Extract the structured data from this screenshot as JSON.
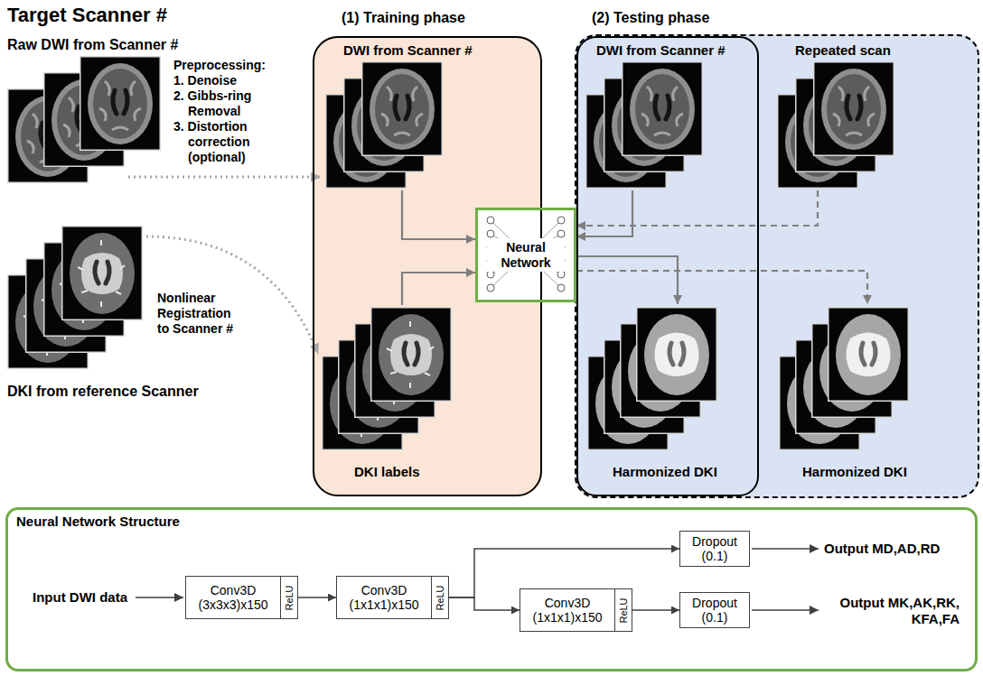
{
  "diagram": {
    "title": "Target Scanner #",
    "nodes": [
      {
        "text": [
          "(1) Training phase",
          "DWI from Scanner #",
          "DKI labels"
        ]
      },
      {
        "text": [
          "Repeated scan",
          "Harmonized DKI"
        ]
      },
      {
        "text": [
          "(2) Testing phase",
          "DWI from Scanner #",
          "Harmonized DKI"
        ],
        "in": 1
      },
      {
        "text": [
          "Neural Network"
        ]
      },
      {
        "text": [
          "Neural Network Structure"
        ]
      },
      {
        "text": [
          "Conv3D (3x3x3)x150",
          "ReLU"
        ],
        "in": 4
      },
      {
        "text": [
          "Conv3D (1x1x1)x150",
          "ReLU"
        ],
        "in": 4
      },
      {
        "text": [
          "Dropout (0.1)"
        ],
        "in": 4
      },
      {
        "text": [
          "Conv3D (1x1x1)x150",
          "ReLU"
        ],
        "in": 4
      },
      {
        "text": [
          "Dropout (0.1)"
        ],
        "in": 4
      }
    ],
    "edges": [
      {
        "from": 0,
        "to": 3,
        "arrow": "to"
      },
      {
        "from": 0,
        "to": 3,
        "arrow": "to"
      },
      {
        "from": 2,
        "to": 3,
        "arrow": "to"
      },
      {
        "from": 3,
        "to": 2,
        "arrow": "to"
      },
      {
        "from": 1,
        "to": 3,
        "arrow": "to"
      },
      {
        "from": 3,
        "to": 1,
        "arrow": "to"
      },
      {
        "from": 5,
        "to": 6,
        "arrow": "to"
      },
      {
        "from": 6,
        "to": 7,
        "arrow": "to"
      },
      {
        "from": 6,
        "to": 8,
        "arrow": "to"
      },
      {
        "from": 8,
        "to": 9,
        "arrow": "to"
      }
    ],
    "labels": [
      "Raw DWI from Scanner #",
      "Preprocessing:",
      "1. Denoise",
      "2. Gibbs-ring Removal",
      "3. Distortion correction (optional)",
      "Nonlinear Registration to Scanner #",
      "DKI from reference Scanner",
      "Input DWI data",
      "Output MD,AD,RD",
      "Output MK,AK,RK, KFA,FA"
    ]
  }
}
